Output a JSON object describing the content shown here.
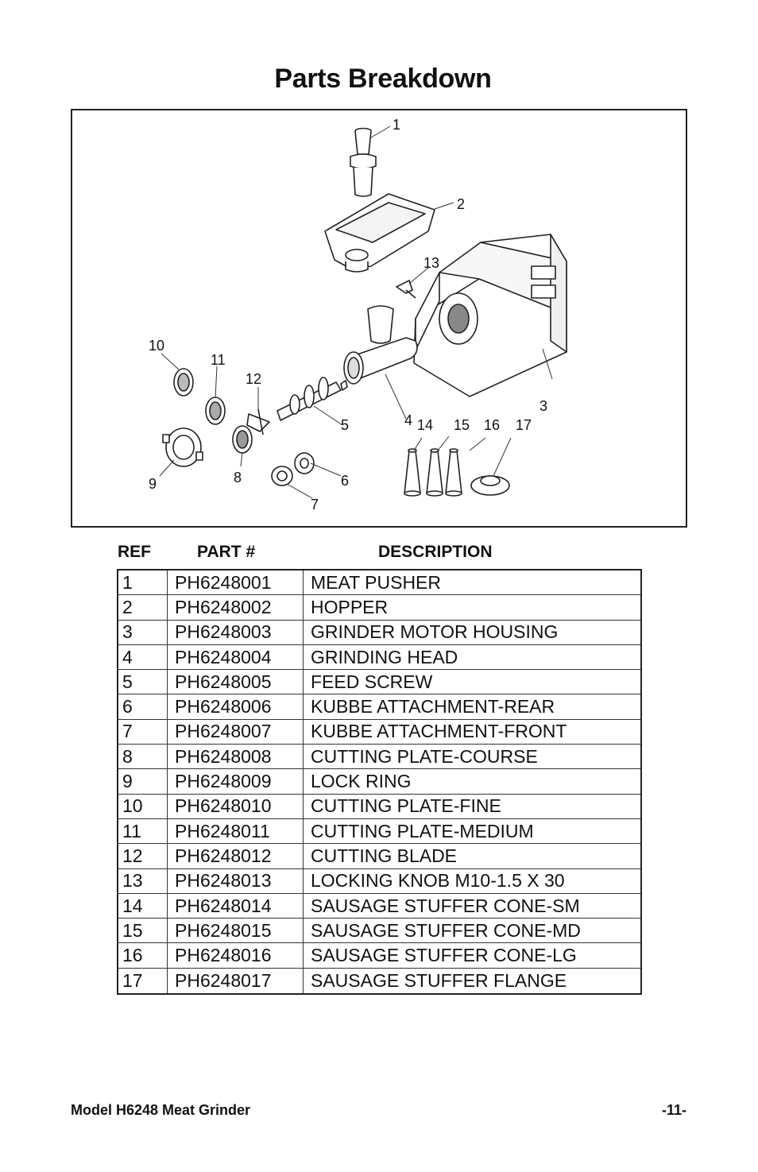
{
  "title": "Parts Breakdown",
  "callouts": [
    "1",
    "2",
    "3",
    "4",
    "5",
    "6",
    "7",
    "8",
    "9",
    "10",
    "11",
    "12",
    "13",
    "14",
    "15",
    "16",
    "17"
  ],
  "table": {
    "headers": {
      "ref": "REF",
      "part": "PART #",
      "description": "DESCRIPTION"
    },
    "rows": [
      {
        "ref": "1",
        "part": "PH6248001",
        "description": "MEAT PUSHER"
      },
      {
        "ref": "2",
        "part": "PH6248002",
        "description": "HOPPER"
      },
      {
        "ref": "3",
        "part": "PH6248003",
        "description": "GRINDER MOTOR HOUSING"
      },
      {
        "ref": "4",
        "part": "PH6248004",
        "description": "GRINDING HEAD"
      },
      {
        "ref": "5",
        "part": "PH6248005",
        "description": "FEED SCREW"
      },
      {
        "ref": "6",
        "part": "PH6248006",
        "description": "KUBBE ATTACHMENT-REAR"
      },
      {
        "ref": "7",
        "part": "PH6248007",
        "description": "KUBBE ATTACHMENT-FRONT"
      },
      {
        "ref": "8",
        "part": "PH6248008",
        "description": "CUTTING PLATE-COURSE"
      },
      {
        "ref": "9",
        "part": "PH6248009",
        "description": "LOCK RING"
      },
      {
        "ref": "10",
        "part": "PH6248010",
        "description": "CUTTING PLATE-FINE"
      },
      {
        "ref": "11",
        "part": "PH6248011",
        "description": "CUTTING PLATE-MEDIUM"
      },
      {
        "ref": "12",
        "part": "PH6248012",
        "description": "CUTTING BLADE"
      },
      {
        "ref": "13",
        "part": "PH6248013",
        "description": "LOCKING KNOB M10-1.5 X 30"
      },
      {
        "ref": "14",
        "part": "PH6248014",
        "description": "SAUSAGE STUFFER CONE-SM"
      },
      {
        "ref": "15",
        "part": "PH6248015",
        "description": "SAUSAGE STUFFER CONE-MD"
      },
      {
        "ref": "16",
        "part": "PH6248016",
        "description": "SAUSAGE STUFFER CONE-LG"
      },
      {
        "ref": "17",
        "part": "PH6248017",
        "description": "SAUSAGE STUFFER FLANGE"
      }
    ]
  },
  "footer": {
    "model": "Model H6248 Meat Grinder",
    "page": "-11-"
  }
}
